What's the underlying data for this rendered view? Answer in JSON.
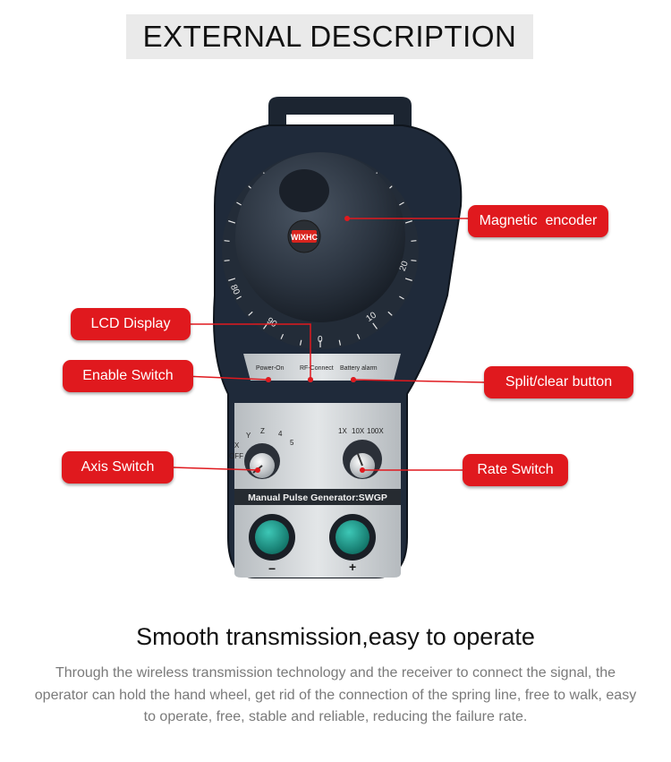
{
  "title": "EXTERNAL DESCRIPTION",
  "device": {
    "logo_text": "WIXHC",
    "indicators": {
      "power_on": "Power-On",
      "rf_connect": "RF-Connect",
      "battery_alarm": "Battery alarm"
    },
    "axis_labels": {
      "off": "OFF",
      "x": "X",
      "y": "Y",
      "z": "Z",
      "four": "4",
      "five": "5"
    },
    "rate_labels": {
      "x1": "1X",
      "x10": "10X",
      "x100": "100X"
    },
    "nameplate": "Manual Pulse Generator:SWGP",
    "button_minus": "−",
    "button_plus": "+",
    "dial_numbers": {
      "n0": "0",
      "n10": "10",
      "n20": "20",
      "n80": "80",
      "n90": "90"
    }
  },
  "callouts": {
    "magnetic_encoder": "Magnetic  encoder",
    "lcd_display": "LCD Display",
    "enable_switch": "Enable Switch",
    "split_clear_button": "Split/clear button",
    "axis_switch": "Axis Switch",
    "rate_switch": "Rate Switch"
  },
  "heading": "Smooth transmission,easy to operate",
  "description": "Through the wireless transmission technology and the receiver to connect the signal, the operator can hold the hand wheel, get rid of the connection of the spring line, free to walk, easy to operate, free, stable and reliable, reducing the failure rate.",
  "colors": {
    "callout": "#e0191e",
    "body": "#1f2a3a",
    "panel": "#c9cdd0",
    "button": "#1f9c8e"
  }
}
